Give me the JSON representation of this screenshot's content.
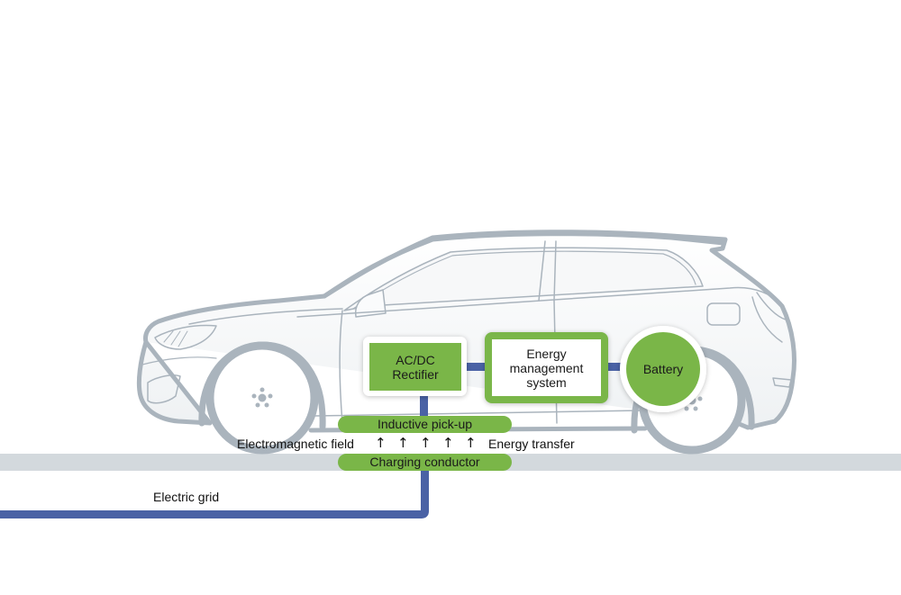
{
  "diagram": {
    "title": "",
    "colors": {
      "component_green": "#7ab648",
      "connector_blue": "#4a62a5",
      "car_outline": "#aab4bd",
      "ground": "#d3d9dd",
      "box_white": "#ffffff",
      "text": "#1a1a1a"
    },
    "components": {
      "rectifier": {
        "label_line1": "AC/DC",
        "label_line2": "Rectifier"
      },
      "energy_management": {
        "label_line1": "Energy",
        "label_line2": "management",
        "label_line3": "system"
      },
      "battery": {
        "label": "Battery"
      },
      "inductive_pickup": {
        "label": "Inductive pick-up"
      },
      "charging_conductor": {
        "label": "Charging conductor"
      }
    },
    "annotations": {
      "electromagnetic_field": "Electromagnetic field",
      "energy_transfer": "Energy transfer",
      "electric_grid": "Electric grid",
      "field_arrow_glyph": "↑",
      "field_arrow_count": 5
    },
    "connections": [
      {
        "from": "Electric grid",
        "to": "Charging conductor"
      },
      {
        "from": "Charging conductor",
        "to": "Inductive pick-up",
        "via": "Electromagnetic field"
      },
      {
        "from": "Inductive pick-up",
        "to": "AC/DC Rectifier"
      },
      {
        "from": "AC/DC Rectifier",
        "to": "Energy management system"
      },
      {
        "from": "Energy management system",
        "to": "Battery"
      }
    ],
    "vehicle": {
      "type": "hatchback car outline (side view)"
    }
  }
}
